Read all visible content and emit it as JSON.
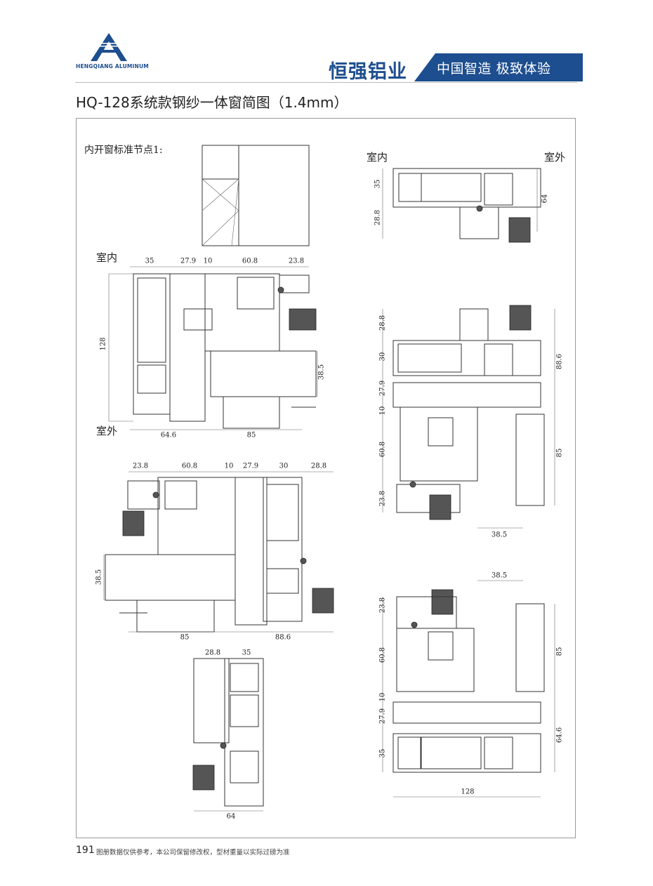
{
  "header": {
    "logo_text": "HENGQIANG ALUMINUM",
    "brand": "恒强铝业",
    "slogan": "中国智造 极致体验",
    "brand_color": "#1d4e8f"
  },
  "title": "HQ-128系统款钢纱一体窗简图（1.4mm）",
  "node_label": "内开窗标准节点1:",
  "rooms": {
    "inside": "室内",
    "outside": "室外"
  },
  "drawings": {
    "d1": {
      "top": [
        "35",
        "27.9",
        "10",
        "60.8",
        "23.8"
      ],
      "left": "128",
      "right": "38.5",
      "bottom": [
        "64.6",
        "85"
      ]
    },
    "d2": {
      "left": [
        "35",
        "28.8"
      ],
      "right": "64"
    },
    "d3": {
      "left": [
        "28.8",
        "30",
        "27.9",
        "10",
        "60.8",
        "23.8"
      ],
      "right": [
        "88.6",
        "85"
      ],
      "bottom": "38.5"
    },
    "d4": {
      "top": [
        "23.8",
        "60.8",
        "10",
        "27.9",
        "30",
        "28.8"
      ],
      "left": "38.5",
      "bottom": [
        "85",
        "88.6"
      ]
    },
    "d5": {
      "top": [
        "28.8",
        "35"
      ],
      "bottom": "64"
    },
    "d6": {
      "top": "38.5",
      "left": [
        "23.8",
        "60.8",
        "10",
        "27.9",
        "35"
      ],
      "right": [
        "85",
        "64.6"
      ],
      "bottom": "128"
    }
  },
  "footer": {
    "page": "191",
    "note": "图册数据仅供参考，本公司保留修改权，型材重量以实际过磅为准"
  }
}
